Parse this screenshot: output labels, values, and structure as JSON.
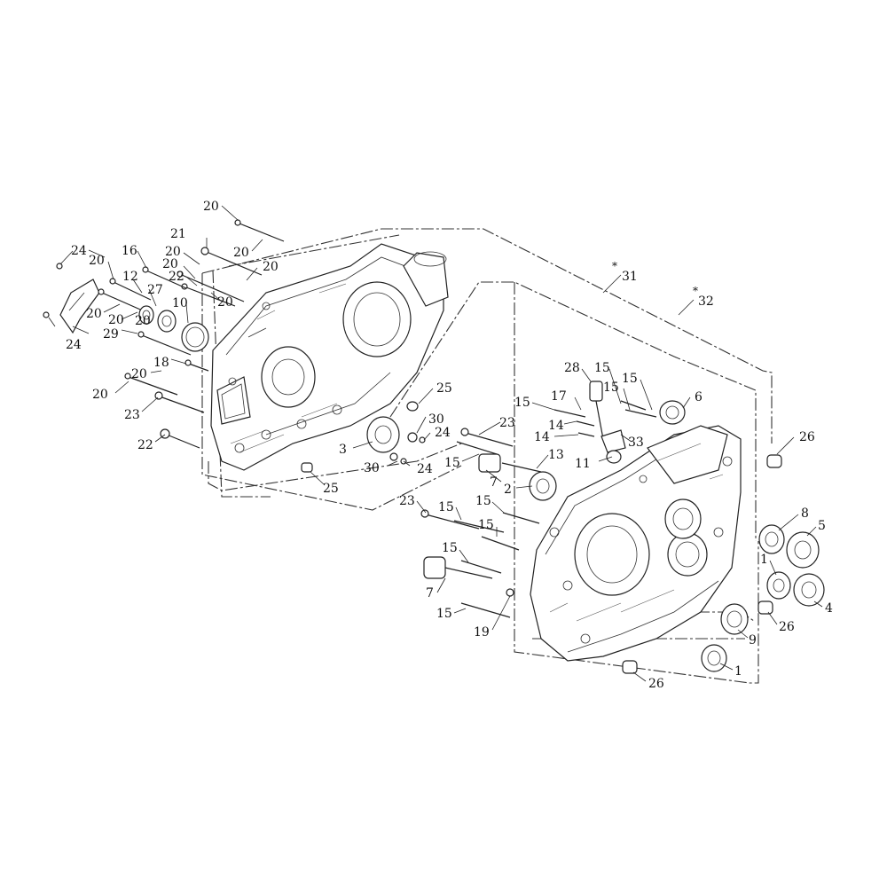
{
  "diagram": {
    "labels": [
      {
        "id": "c20a",
        "text": "20"
      },
      {
        "id": "c21",
        "text": "21"
      },
      {
        "id": "c20b",
        "text": "20"
      },
      {
        "id": "c24a",
        "text": "24"
      },
      {
        "id": "c16",
        "text": "16"
      },
      {
        "id": "c20c",
        "text": "20"
      },
      {
        "id": "c20d",
        "text": "20"
      },
      {
        "id": "c20e",
        "text": "20"
      },
      {
        "id": "c20f",
        "text": "20"
      },
      {
        "id": "c12",
        "text": "12"
      },
      {
        "id": "c27",
        "text": "27"
      },
      {
        "id": "c22a",
        "text": "22"
      },
      {
        "id": "c20g",
        "text": "20"
      },
      {
        "id": "c10",
        "text": "10"
      },
      {
        "id": "c20h",
        "text": "20"
      },
      {
        "id": "c20i",
        "text": "20"
      },
      {
        "id": "c20j",
        "text": "20"
      },
      {
        "id": "c29",
        "text": "29"
      },
      {
        "id": "c24b",
        "text": "24"
      },
      {
        "id": "c18",
        "text": "18"
      },
      {
        "id": "c20k",
        "text": "20"
      },
      {
        "id": "c20l",
        "text": "20"
      },
      {
        "id": "c23a",
        "text": "23"
      },
      {
        "id": "c22b",
        "text": "22"
      },
      {
        "id": "c25a",
        "text": "25"
      },
      {
        "id": "c30a",
        "text": "30"
      },
      {
        "id": "c24c",
        "text": "24"
      },
      {
        "id": "c3",
        "text": "3"
      },
      {
        "id": "c30b",
        "text": "30"
      },
      {
        "id": "c24d",
        "text": "24"
      },
      {
        "id": "c25b",
        "text": "25"
      },
      {
        "id": "c31",
        "text": "31"
      },
      {
        "id": "c32",
        "text": "32"
      },
      {
        "id": "c28",
        "text": "28"
      },
      {
        "id": "c15a",
        "text": "15"
      },
      {
        "id": "c15b",
        "text": "15"
      },
      {
        "id": "c15c",
        "text": "15"
      },
      {
        "id": "c6",
        "text": "6"
      },
      {
        "id": "c17",
        "text": "17"
      },
      {
        "id": "c15d",
        "text": "15"
      },
      {
        "id": "c14a",
        "text": "14"
      },
      {
        "id": "c14b",
        "text": "14"
      },
      {
        "id": "c33",
        "text": "33"
      },
      {
        "id": "c23b",
        "text": "23"
      },
      {
        "id": "c15e",
        "text": "15"
      },
      {
        "id": "c13",
        "text": "13"
      },
      {
        "id": "c11",
        "text": "11"
      },
      {
        "id": "c7a",
        "text": "7"
      },
      {
        "id": "c2",
        "text": "2"
      },
      {
        "id": "c26a",
        "text": "26"
      },
      {
        "id": "c23c",
        "text": "23"
      },
      {
        "id": "c15f",
        "text": "15"
      },
      {
        "id": "c15g",
        "text": "15"
      },
      {
        "id": "c15h",
        "text": "15"
      },
      {
        "id": "c15i",
        "text": "15"
      },
      {
        "id": "c7b",
        "text": "7"
      },
      {
        "id": "c15j",
        "text": "15"
      },
      {
        "id": "c19",
        "text": "19"
      },
      {
        "id": "c8",
        "text": "8"
      },
      {
        "id": "c5",
        "text": "5"
      },
      {
        "id": "c1a",
        "text": "1"
      },
      {
        "id": "c4",
        "text": "4"
      },
      {
        "id": "c9",
        "text": "9"
      },
      {
        "id": "c26b",
        "text": "26"
      },
      {
        "id": "c1b",
        "text": "1"
      },
      {
        "id": "c26c",
        "text": "26"
      }
    ],
    "stars": [
      "*",
      "*"
    ]
  }
}
